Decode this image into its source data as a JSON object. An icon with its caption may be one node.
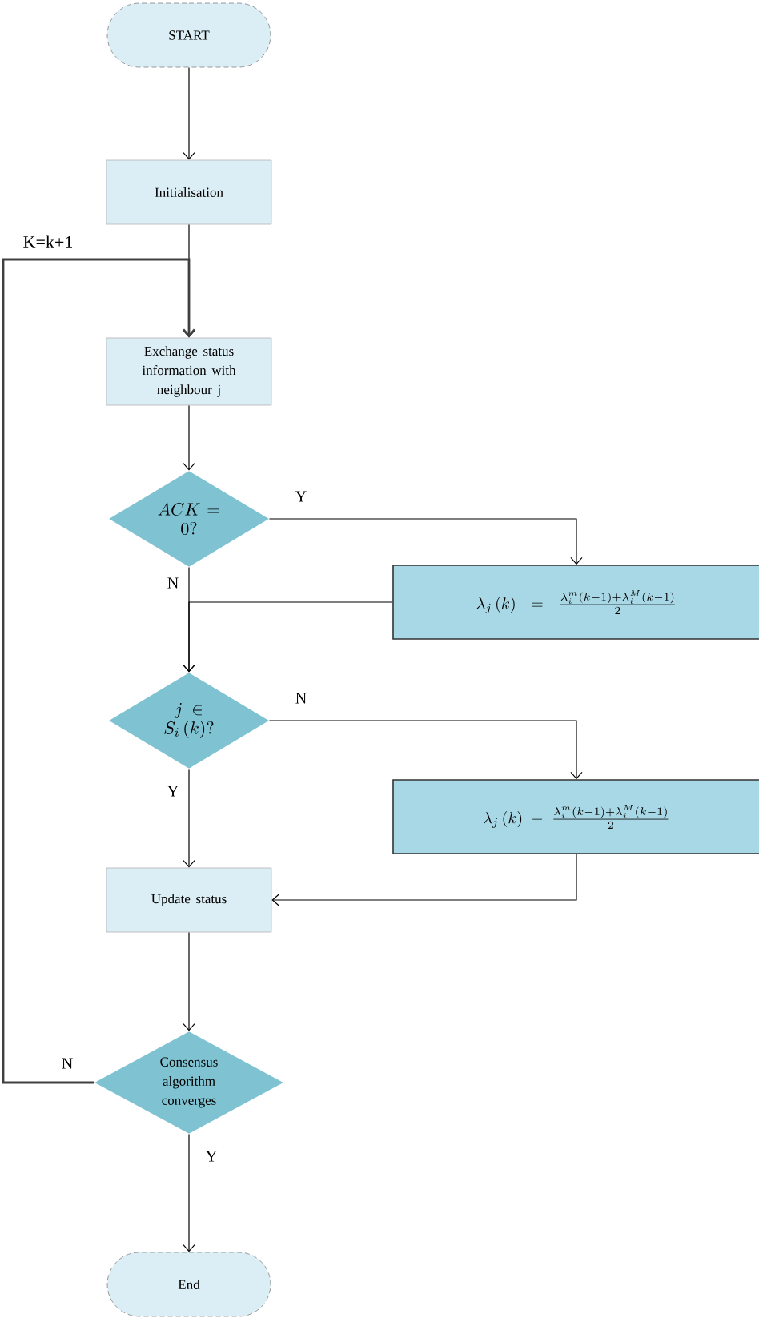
{
  "diagram": {
    "nodes": [
      {
        "text": [
          "START"
        ]
      },
      {
        "text": [
          "Initialisation"
        ]
      },
      {
        "text": [
          "Exchange status information with neighbour j"
        ]
      },
      {
        "text": [
          "ACK=0?"
        ]
      },
      {
        "text": [
          "\\lambda_j\\left(k\\right)=\\frac{\\lambda_i^m\\left(k-1\\right)+\\lambda_i^M\\left(k-1\\right)}{2}"
        ]
      },
      {
        "text": [
          "j\\in S_i\\left(k\\right)?"
        ]
      },
      {
        "text": [
          "\\lambda_j\\left(k\\right)-\\frac{\\lambda_i^m\\left(k-1\\right)+\\lambda_i^M\\left(k-1\\right)}{2}"
        ]
      },
      {
        "text": [
          "Update status"
        ]
      },
      {
        "text": [
          "Consensus algorithm converges"
        ]
      },
      {
        "text": [
          "End"
        ]
      }
    ],
    "edges": [
      {
        "from": 0,
        "to": 1,
        "arrow": "to"
      },
      {
        "from": 1,
        "to": 2,
        "arrow": "to"
      },
      {
        "from": 2,
        "to": 3,
        "arrow": "to"
      },
      {
        "from": 3,
        "to": 4,
        "arrow": "to",
        "label": "Y"
      },
      {
        "from": 4,
        "to": 5,
        "arrow": "to"
      },
      {
        "from": 3,
        "to": 5,
        "arrow": "to",
        "label": "N"
      },
      {
        "from": 5,
        "to": 6,
        "arrow": "to",
        "label": "N"
      },
      {
        "from": 5,
        "to": 7,
        "arrow": "to",
        "label": "Y"
      },
      {
        "from": 6,
        "to": 7,
        "arrow": "to"
      },
      {
        "from": 7,
        "to": 8,
        "arrow": "to"
      },
      {
        "from": 8,
        "to": 9,
        "arrow": "to",
        "label": "Y"
      },
      {
        "from": 8,
        "to": 2,
        "arrow": "to",
        "label": "N"
      }
    ],
    "labels": [
      "K=k+1"
    ]
  }
}
